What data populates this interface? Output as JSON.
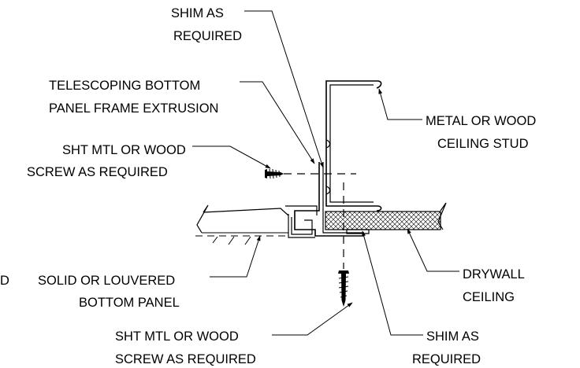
{
  "labels": {
    "shim_top_l1": "SHIM AS",
    "shim_top_l2": "REQUIRED",
    "frame_l1": "TELESCOPING BOTTOM",
    "frame_l2": "PANEL FRAME EXTRUSION",
    "screw_top_l1": "SHT MTL OR WOOD",
    "screw_top_l2": "SCREW AS REQUIRED",
    "stud_l1": "METAL OR WOOD",
    "stud_l2": "CEILING STUD",
    "cut_fragment": "D",
    "panel_l1": "SOLID OR LOUVERED",
    "panel_l2": "BOTTOM PANEL",
    "drywall_l1": "DRYWALL",
    "drywall_l2": "CEILING",
    "screw_bot_l1": "SHT MTL OR WOOD",
    "screw_bot_l2": "SCREW AS REQUIRED",
    "shim_bot_l1": "SHIM AS",
    "shim_bot_l2": "REQUIRED"
  },
  "colors": {
    "line": "#000000",
    "background": "#ffffff"
  }
}
